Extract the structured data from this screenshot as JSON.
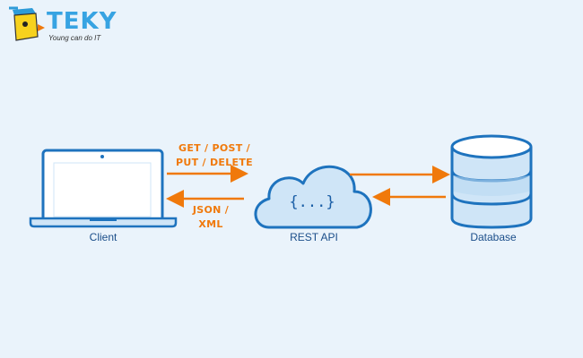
{
  "logo": {
    "text": "TEKY",
    "tagline": "Young can do IT"
  },
  "nodes": {
    "client": {
      "label": "Client"
    },
    "api": {
      "label": "REST API",
      "symbol": "{...}"
    },
    "database": {
      "label": "Database"
    }
  },
  "flows": {
    "request_line1": "GET / POST /",
    "request_line2": "PUT / DELETE",
    "response_line1": "JSON /",
    "response_line2": "XML"
  },
  "colors": {
    "background": "#eaf3fb",
    "outline": "#1e73be",
    "fill": "#cfe5f7",
    "arrow": "#f0790b"
  }
}
